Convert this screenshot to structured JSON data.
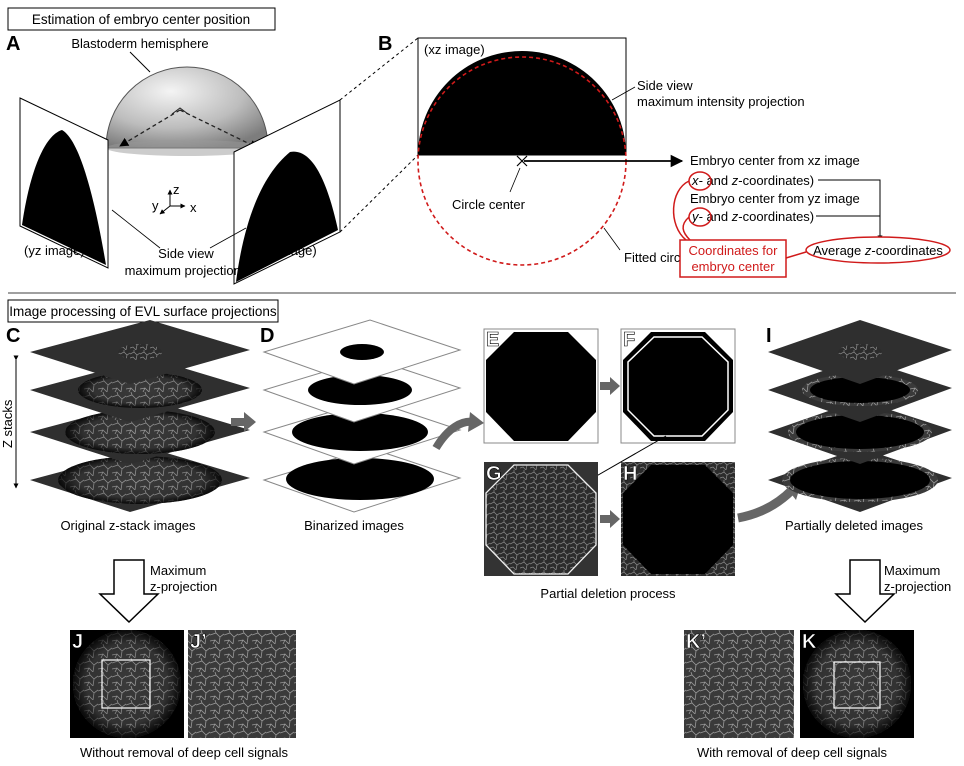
{
  "section_titles": {
    "top": "Estimation of embryo center position",
    "bottom": "Image processing of EVL surface projections"
  },
  "panel_letters": {
    "A": "A",
    "B": "B",
    "C": "C",
    "D": "D",
    "E": "E",
    "F": "F",
    "G": "G",
    "H": "H",
    "I": "I",
    "J": "J",
    "J_prime": "J’",
    "K": "K",
    "K_prime": "K’"
  },
  "panel_a": {
    "hemisphere": "Blastoderm hemisphere",
    "yz_image": "(yz image)",
    "xz_image": "(xz image)",
    "side_view_1": "Side view",
    "side_view_2": "maximum projections",
    "axis_z": "z",
    "axis_y": "y",
    "axis_x": "x"
  },
  "panel_b": {
    "xz_image": "(xz image)",
    "side_view_1": "Side view",
    "side_view_2": "maximum intensity projection",
    "circle_center": "Circle center",
    "fitted_circle": "Fitted circle",
    "xz_center_1": "Embryo center from xz image",
    "xz_center_2_a": "x-",
    "xz_center_2_b": " and ",
    "xz_center_2_c": "z",
    "xz_center_2_d": "-coordinates)",
    "yz_center_1": "Embryo center from yz image",
    "yz_center_2_a": "y-",
    "yz_center_2_b": " and ",
    "yz_center_2_c": "z",
    "yz_center_2_d": "-coordinates)",
    "coords_box_1": "Coordinates for",
    "coords_box_2": "embryo center",
    "average_a": "Average ",
    "average_b": "z",
    "average_c": "-coordinates"
  },
  "bottom": {
    "z_stacks": "Z stacks",
    "original": "Original z-stack images",
    "binarized": "Binarized images",
    "partial_deletion": "Partial deletion process",
    "partially_deleted": "Partially deleted images",
    "max_proj_1": "Maximum",
    "max_proj_2": "z-projection",
    "without_removal": "Without removal of deep cell signals",
    "with_removal": "With removal of deep cell signals"
  },
  "colors": {
    "accent_red": "#d01a1a",
    "arrow_gray": "#666666",
    "image_dark": "#2a2a2a"
  }
}
